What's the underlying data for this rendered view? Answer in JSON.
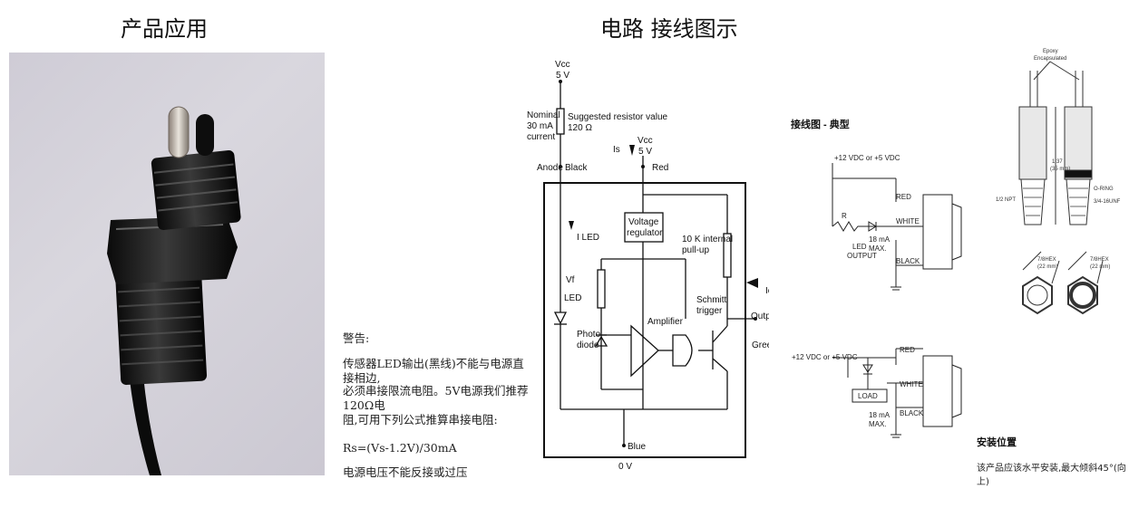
{
  "headings": {
    "product_app": "产品应用",
    "circuit_wiring": "电路 接线图示"
  },
  "warning": {
    "title": "警告:",
    "line1": "传感器LED输出(黑线)不能与电源直接相边,",
    "line2": "必须串接限流电阻。5V电源我们推荐120Ω电",
    "line3": "阻,可用下列公式推算串接电阻:",
    "formula": "Rs=(Vs-1.2V)/30mA",
    "line5": "电源电压不能反接或过压"
  },
  "circuit": {
    "vcc_top": "Vcc",
    "v5_top": "5 V",
    "nominal": "Nominal",
    "nominal_ma": "30 mA",
    "nominal_current": "current",
    "suggested": "Suggested resistor value",
    "suggested_ohm": "120 Ω",
    "anode": "Anode",
    "black": "Black",
    "is_label": "Is",
    "vcc_mid": "Vcc",
    "v5_mid": "5 V",
    "red": "Red",
    "i_led": "I LED",
    "voltage": "Voltage",
    "regulator": "regulator",
    "pullup1": "10 K internal",
    "pullup2": "pull-up",
    "vf": "Vf",
    "led": "LED",
    "io": "Io",
    "photo": "Photo",
    "diode": "diode",
    "amplifier": "Amplifier",
    "schmitt": "Schmitt",
    "trigger": "trigger",
    "output": "Output",
    "green": "Green",
    "blue": "Blue",
    "zero_v": "0 V"
  },
  "wiring": {
    "title": "接线图 - 典型",
    "d1_supply": "+12 VDC or +5 VDC",
    "d1_red": "RED",
    "d1_white": "WHITE",
    "d1_black": "BLACK",
    "d1_r": "R",
    "d1_led_output1": "LED",
    "d1_led_output2": "OUTPUT",
    "d1_ma": "18 mA",
    "d1_max": "MAX.",
    "d2_supply": "+12 VDC or +5 VDC",
    "d2_red": "RED",
    "d2_white": "WHITE",
    "d2_black": "BLACK",
    "d2_load": "LOAD",
    "d2_ma": "18 mA",
    "d2_max": "MAX."
  },
  "dimensions": {
    "epoxy1": "Epoxy",
    "epoxy2": "Encapsulated",
    "dim_len1": "1.37",
    "dim_len2": "(35 mm)",
    "npt_left": "1/2 NPT",
    "oring": "O-RING",
    "npt_right": "3/4-16UNF",
    "hex_left1": "7/8HEX",
    "hex_left2": "(22 mm)",
    "hex_right1": "7/8HEX",
    "hex_right2": "(22 mm)",
    "install_title": "安装位置",
    "install_text": "该产品应该水平安装,最大倾斜45°(向上)"
  }
}
